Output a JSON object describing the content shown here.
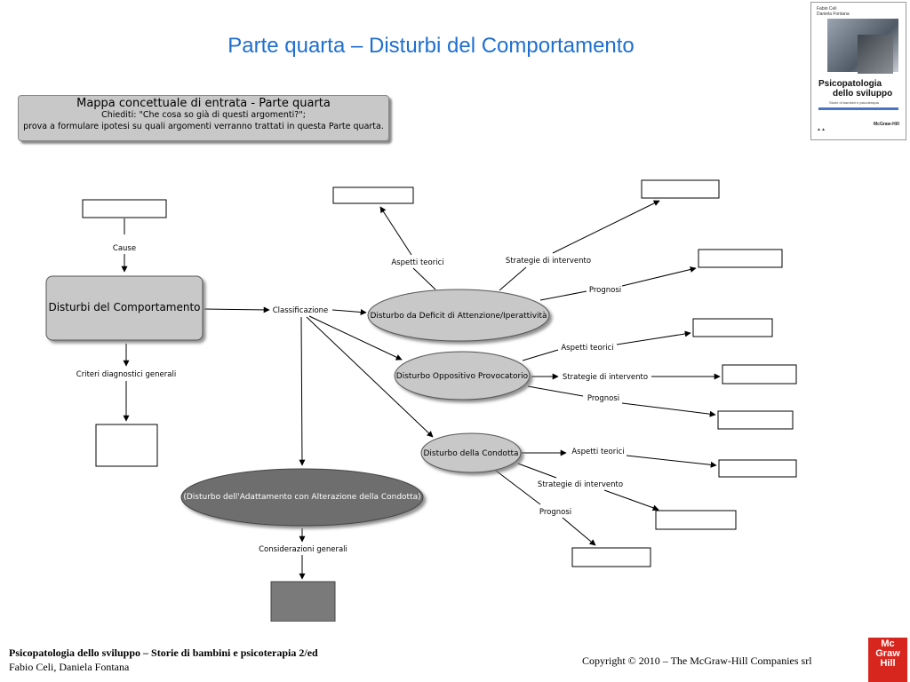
{
  "slide": {
    "title": "Parte quarta – Disturbi del Comportamento"
  },
  "cover": {
    "authors_line1": "Fabio Celi",
    "authors_line2": "Daniela Fontana",
    "book_title_line1": "Psicopatologia",
    "book_title_line2": "dello sviluppo",
    "subtitle": "Storie di bambini e psicoterapia",
    "publisher": "McGraw-Hill"
  },
  "header_box": {
    "line1": "Mappa concettuale di entrata - Parte quarta",
    "line2": "Chiediti: \"Che cosa so già di questi argomenti?\";",
    "line3": "prova a formulare ipotesi su quali argomenti verranno trattati in questa Parte quarta."
  },
  "nodes": {
    "main": "Disturbi del Comportamento",
    "adhd": "Disturbo da Deficit di Attenzione/Iperattività",
    "dop": "Disturbo Oppositivo Provocatorio",
    "condotta": "Disturbo della Condotta",
    "adattamento": "(Disturbo dell'Adattamento con Alterazione della Condotta)"
  },
  "labels": {
    "cause": "Cause",
    "criteri": "Criteri diagnostici generali",
    "classificazione": "Classificazione",
    "considerazioni": "Considerazioni generali",
    "adhd_aspetti": "Aspetti teorici",
    "adhd_strategie": "Strategie di intervento",
    "adhd_prognosi": "Prognosi",
    "dop_aspetti": "Aspetti teorici",
    "dop_strategie": "Strategie di intervento",
    "dop_prognosi": "Prognosi",
    "cd_aspetti": "Aspetti teorici",
    "cd_strategie": "Strategie di intervento",
    "cd_prognosi": "Prognosi"
  },
  "colors": {
    "title": "#1f6fd0",
    "node_fill": "#c8c8c8",
    "dark_node_fill": "#6e6e6e",
    "mcgraw_red": "#d7261e"
  },
  "footer": {
    "book": "Psicopatologia dello sviluppo – Storie di bambini e psicoterapia 2/ed",
    "authors": "Fabio Celi, Daniela Fontana",
    "copyright": "Copyright © 2010 – The McGraw-Hill Companies srl",
    "logo_line1": "Mc",
    "logo_line2": "Graw",
    "logo_line3": "Hill"
  }
}
